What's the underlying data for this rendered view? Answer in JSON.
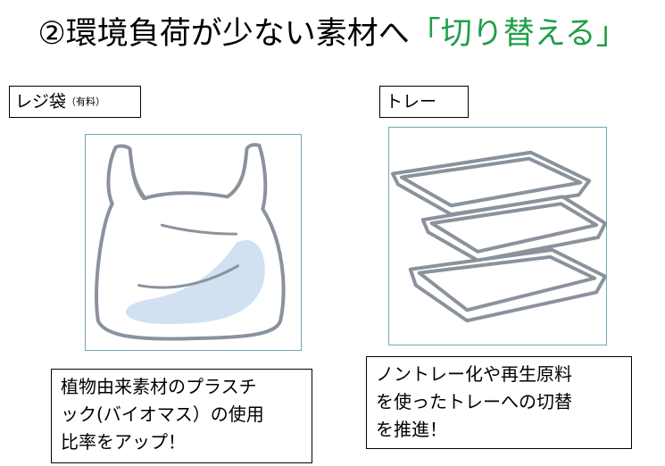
{
  "slide": {
    "title_main": "②環境負荷が少ない素材へ",
    "title_accent": "「切り替える」",
    "accent_color": "#1f9d49"
  },
  "bag": {
    "label": "レジ袋",
    "label_note": "（有料）",
    "caption_lines": [
      "植物由来素材のプラスチ",
      "ック(バイオマス）の使用",
      "比率をアップ！"
    ]
  },
  "tray": {
    "label": "トレー",
    "caption_lines": [
      "ノントレー化や再生原料",
      "を使ったトレーへの切替",
      "を推進！"
    ]
  },
  "illustrations": {
    "bag_icon": "plastic-bag-illustration",
    "tray_icon": "stacked-trays-illustration"
  }
}
